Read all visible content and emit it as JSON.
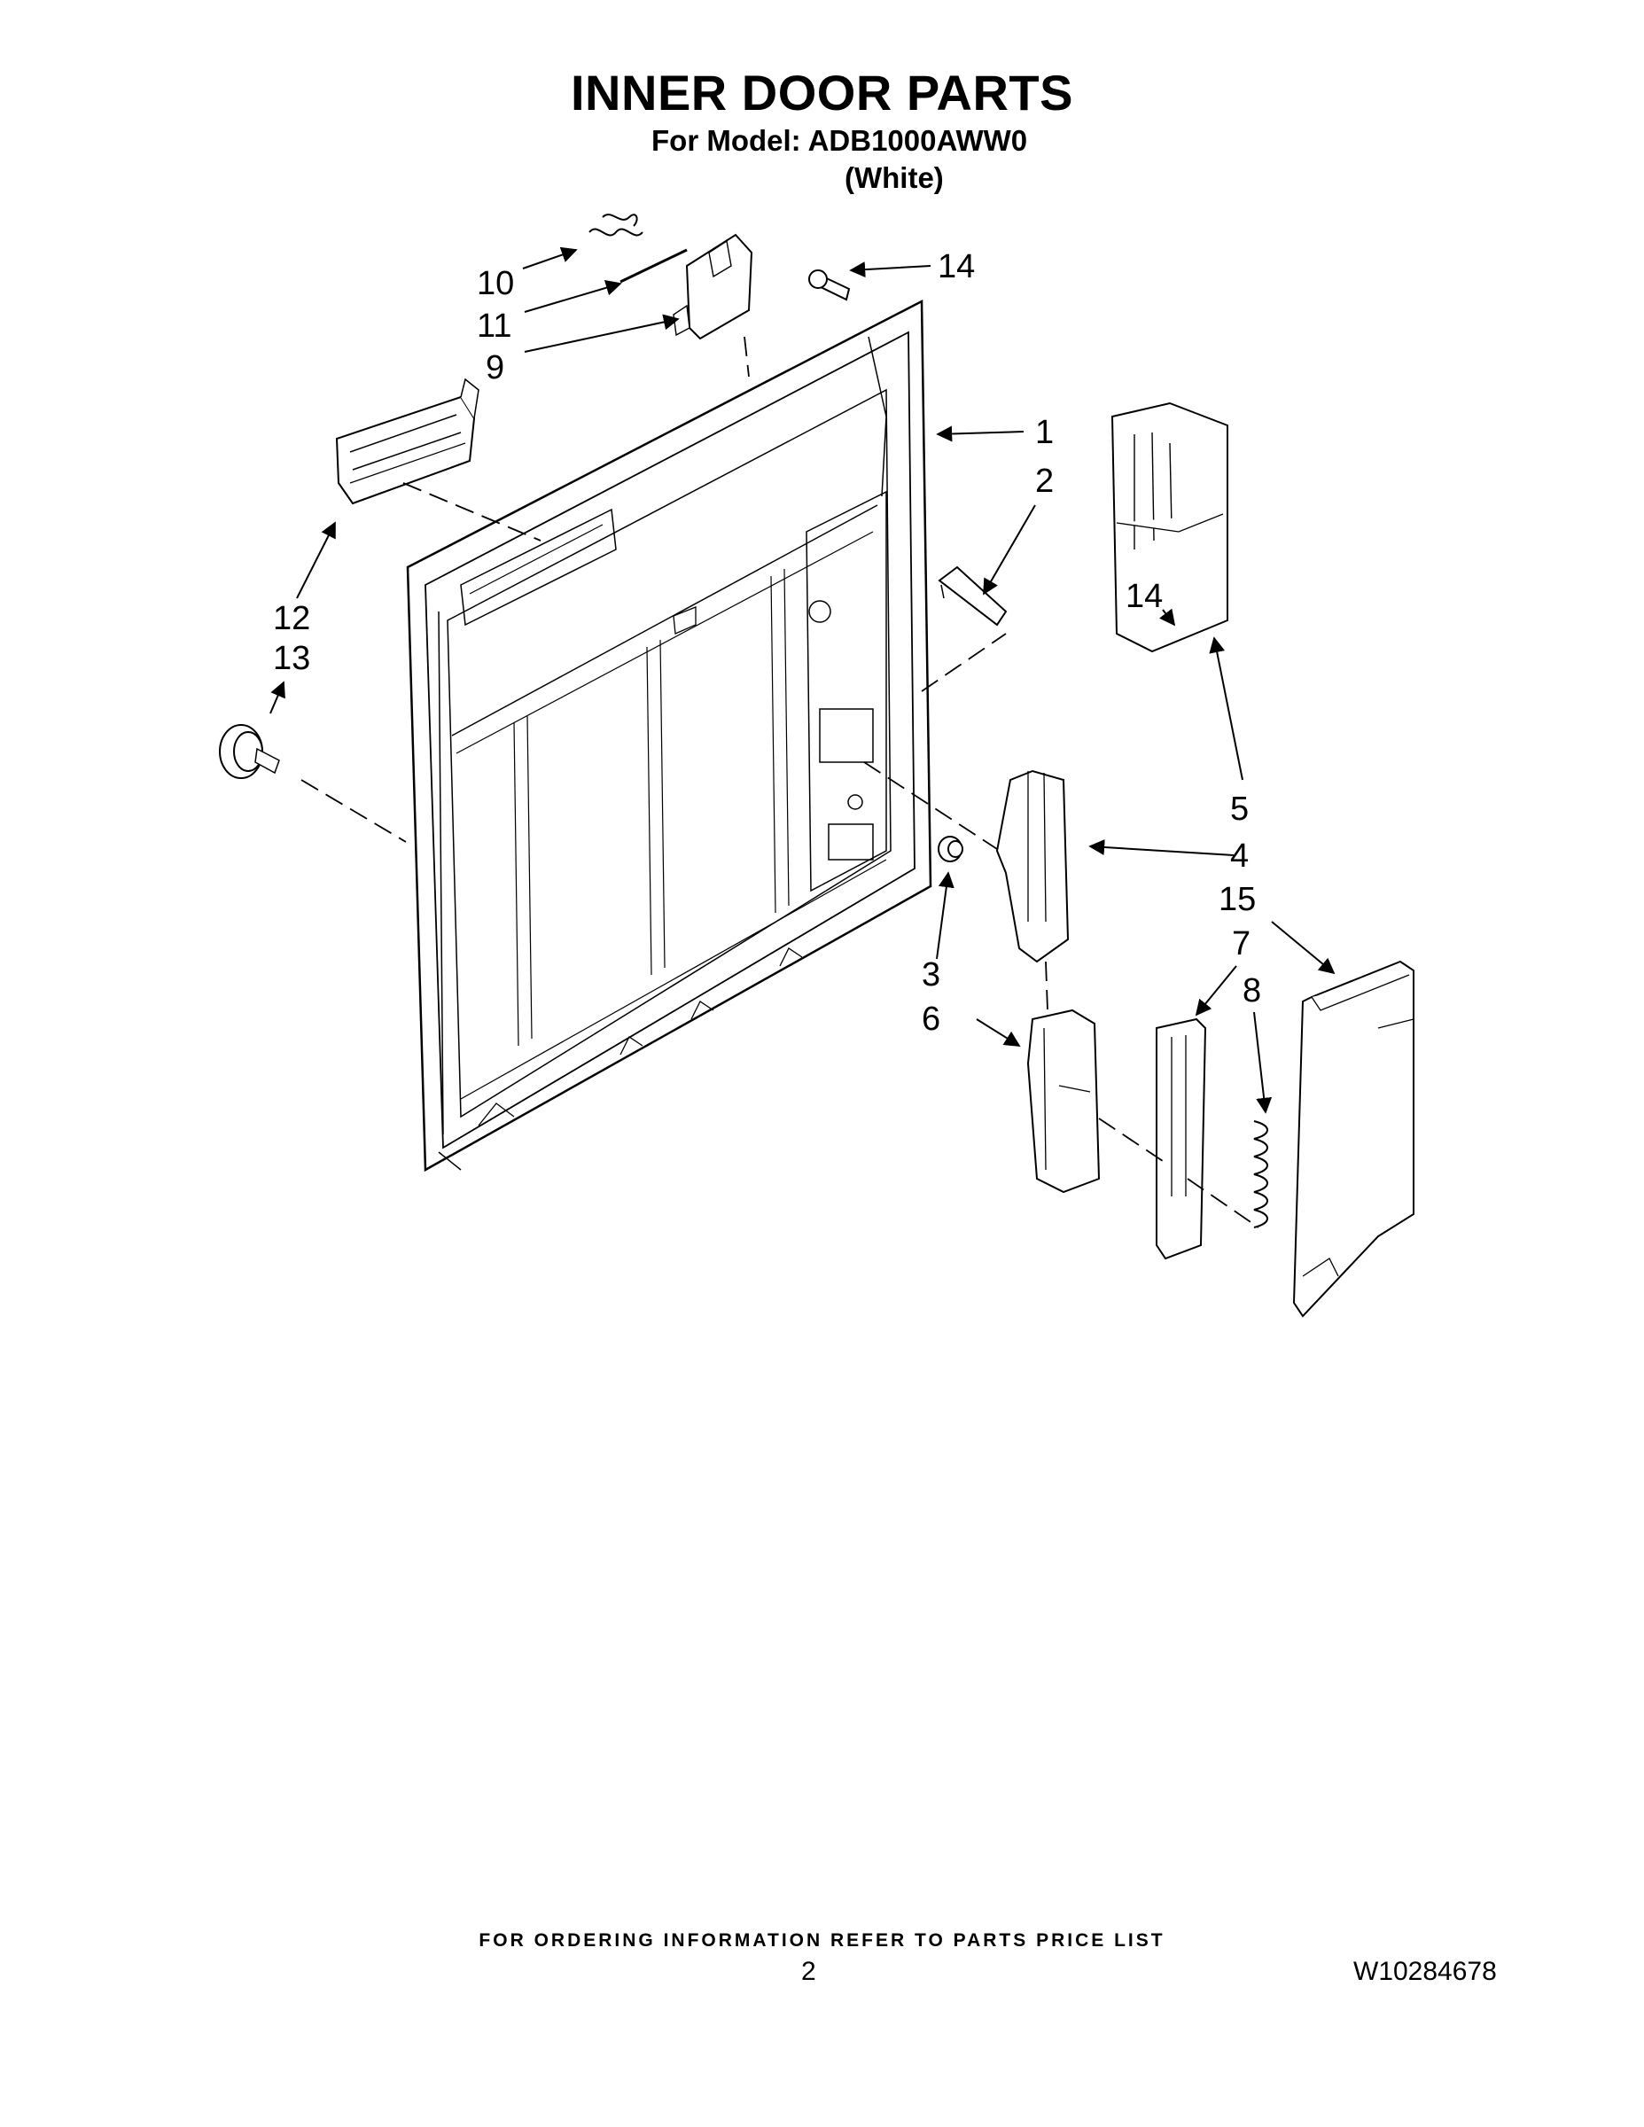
{
  "header": {
    "title": "INNER DOOR PARTS",
    "model_line": "For Model: ADB1000AWW0",
    "color_line": "(White)"
  },
  "callouts": {
    "c1": "1",
    "c2": "2",
    "c3": "3",
    "c4": "4",
    "c5": "5",
    "c6": "6",
    "c7": "7",
    "c8": "8",
    "c9": "9",
    "c10": "10",
    "c11": "11",
    "c12": "12",
    "c13": "13",
    "c14a": "14",
    "c14b": "14",
    "c15": "15"
  },
  "footer": {
    "ordering_note": "FOR ORDERING INFORMATION REFER TO PARTS PRICE LIST",
    "page_number": "2",
    "document_number": "W10284678"
  }
}
